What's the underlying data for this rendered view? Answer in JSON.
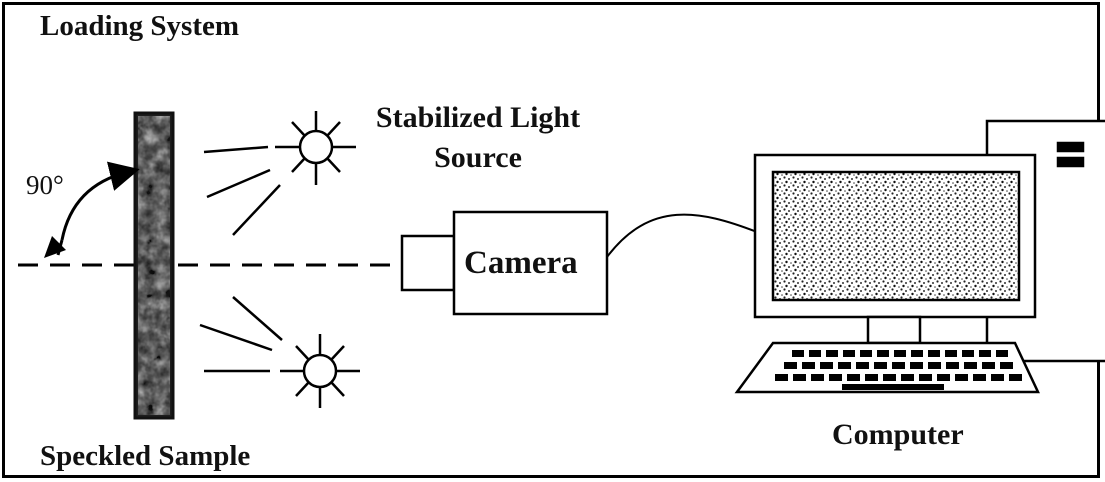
{
  "labels": {
    "loading_system": "Loading System",
    "speckled_sample": "Speckled Sample",
    "light_source_line1": "Stabilized Light",
    "light_source_line2": "Source",
    "camera": "Camera",
    "computer": "Computer",
    "angle": "90°"
  },
  "icons": [
    "light-source-icon",
    "camera-icon",
    "monitor-icon",
    "keyboard-icon",
    "computer-tower-icon",
    "speckled-sample-icon"
  ],
  "colors": {
    "line": "#000000",
    "sample": "#2a2a2a",
    "background": "#ffffff"
  }
}
